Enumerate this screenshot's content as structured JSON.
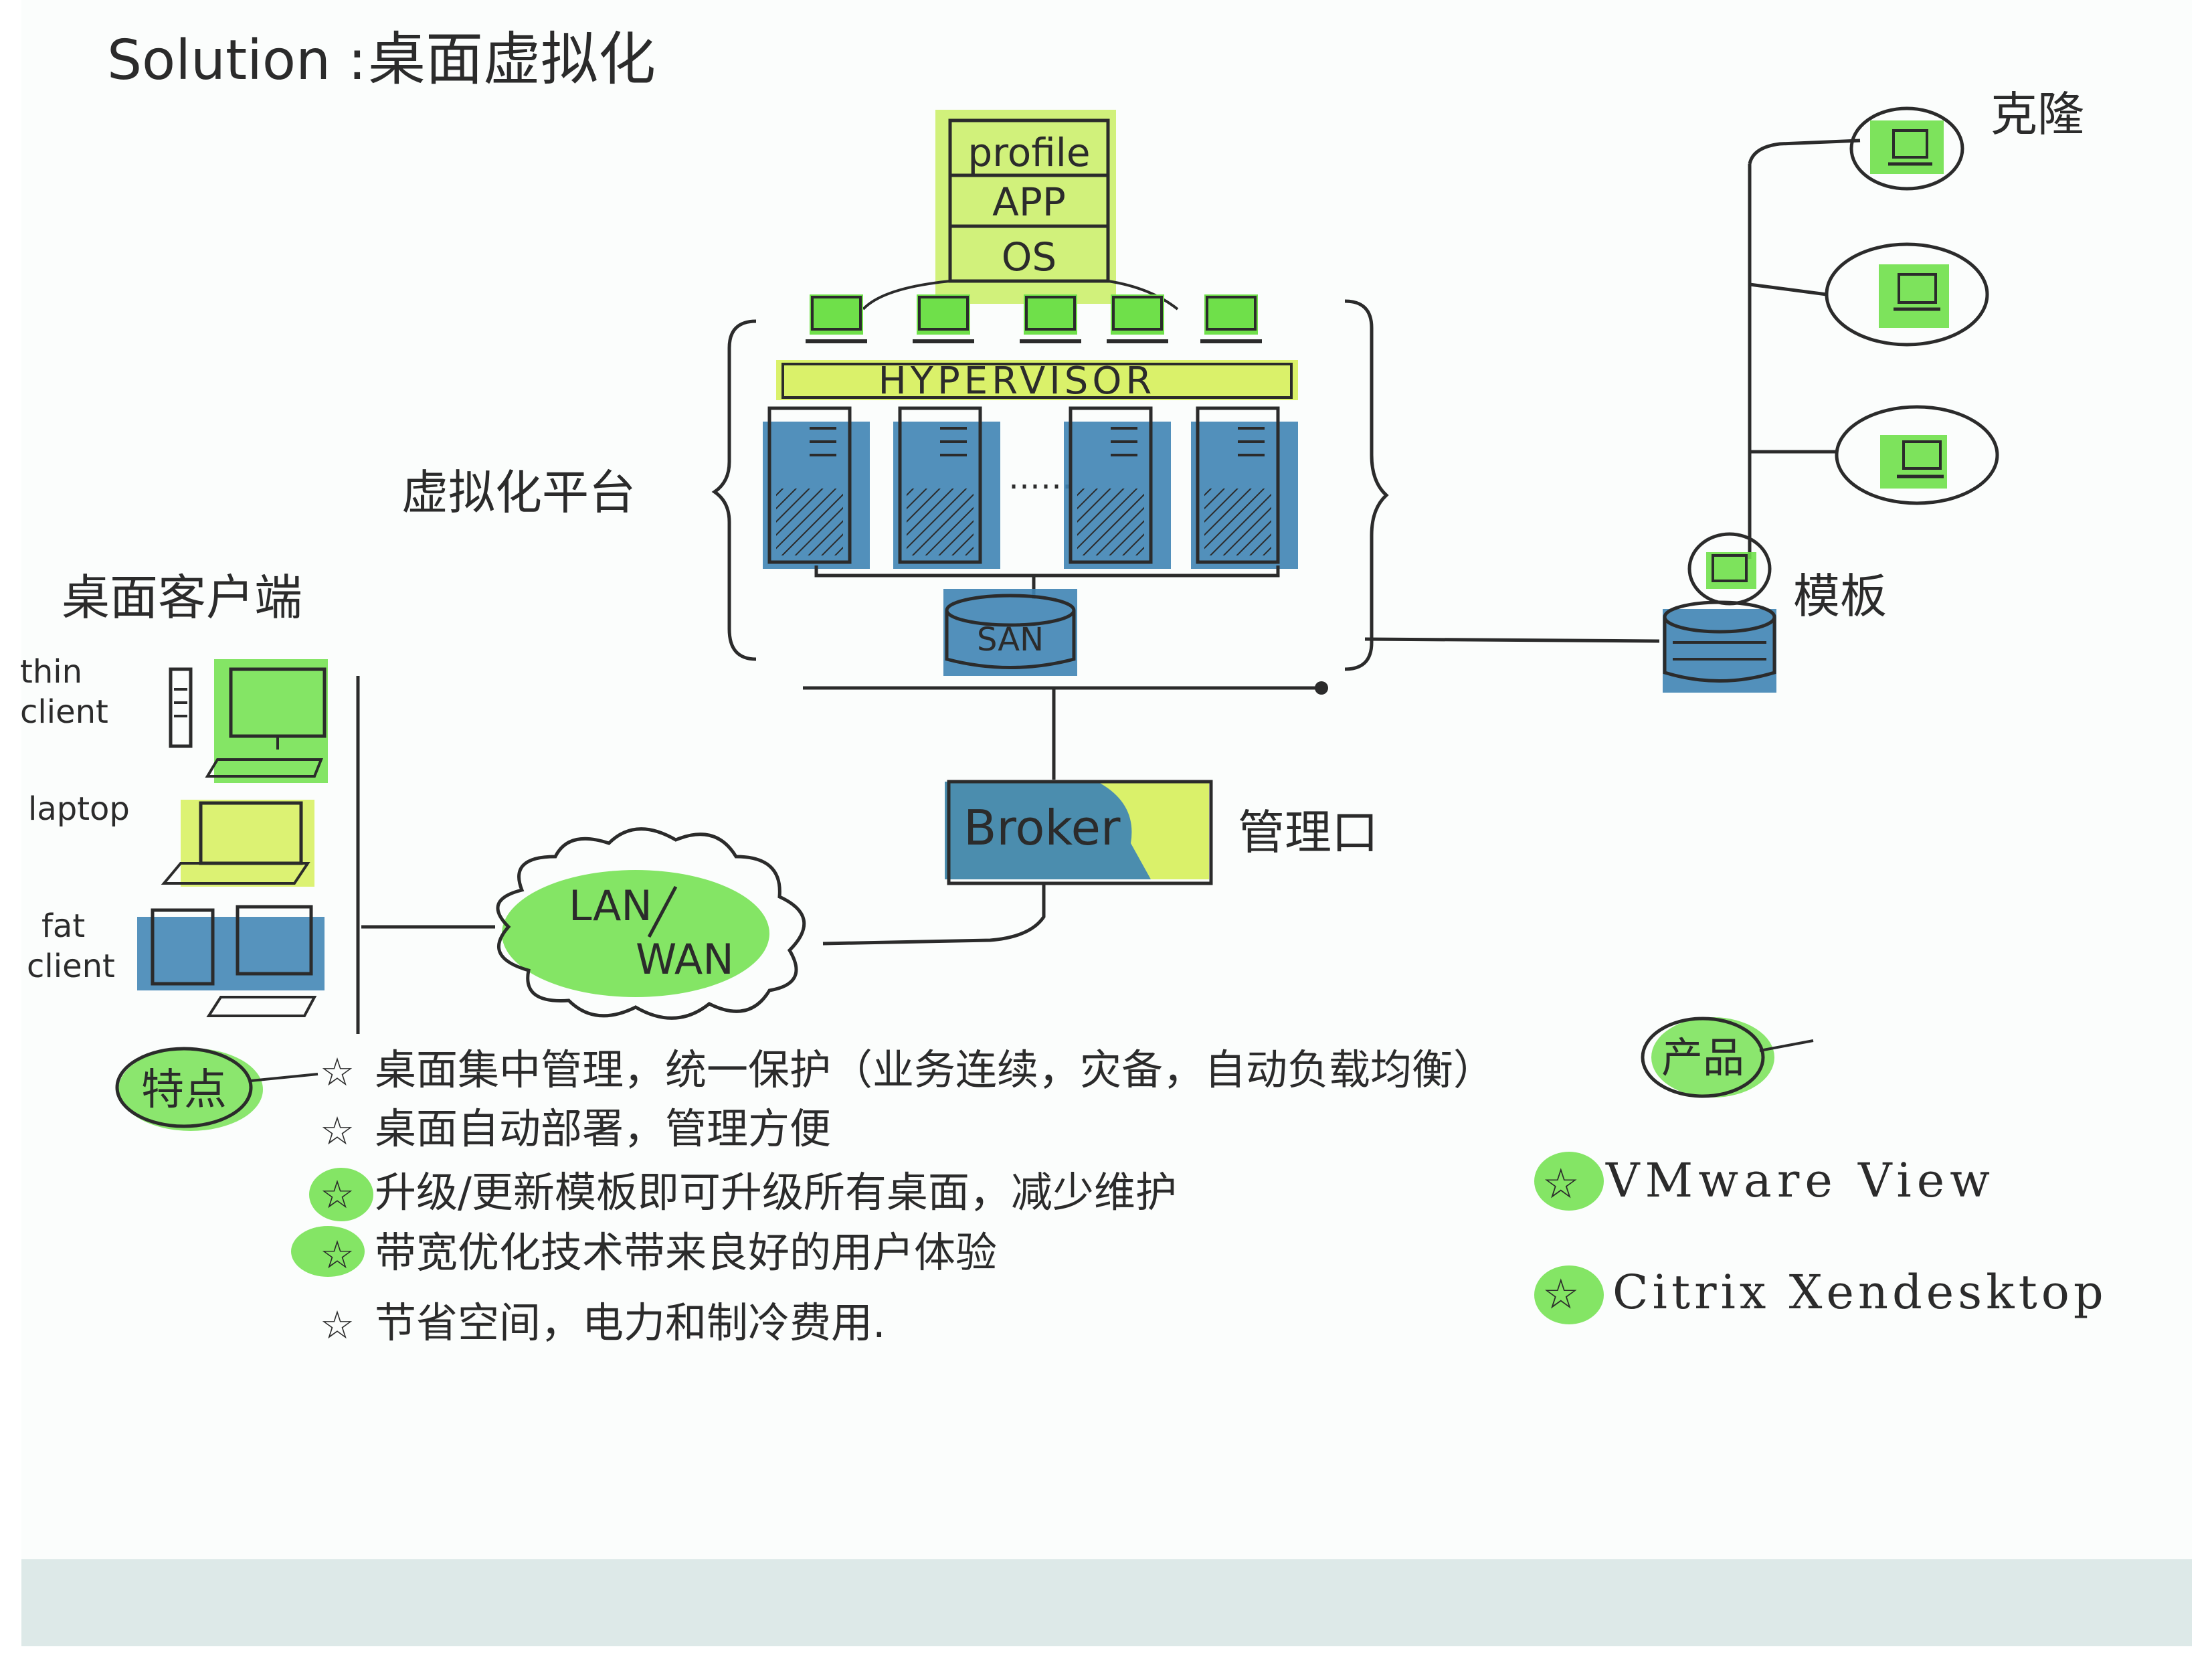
{
  "title": {
    "prefix": "Solution",
    "colon": ":",
    "text": "桌面虚拟化"
  },
  "vm_stack": [
    "profile",
    "APP",
    "OS"
  ],
  "hypervisor_label": "HYPERVISOR",
  "platform_label": "虚拟化平台",
  "server_ellipsis": "……",
  "san_label": "SAN",
  "client_section_title": "桌面客户端",
  "client_types": {
    "thin": [
      "thin",
      "client"
    ],
    "laptop": "laptop",
    "fat": [
      "fat",
      "client"
    ]
  },
  "network_label": [
    "LAN",
    "WAN"
  ],
  "broker_label": "Broker",
  "broker_caption": "管理口",
  "template_label": "模板",
  "clone_label": "克隆",
  "features_badge": "特点",
  "features": [
    "桌面集中管理，统一保护（业务连续，灾备，自动负载均衡）",
    "桌面自动部署，管理方便",
    "升级/更新模板即可升级所有桌面，减少维护",
    "带宽优化技术带来良好的用户体验",
    "节省空间，电力和制冷费用."
  ],
  "products_badge": "产品",
  "products": [
    "VMware View",
    "Citrix Xendesktop"
  ],
  "colors": {
    "ink": "#2b2b2b",
    "green_marker": "#6fe04a",
    "yellow_marker": "#d6f05a",
    "blue_marker": "#3f84b4",
    "paper": "#fbfdfc",
    "strip": "#dde9e8"
  }
}
